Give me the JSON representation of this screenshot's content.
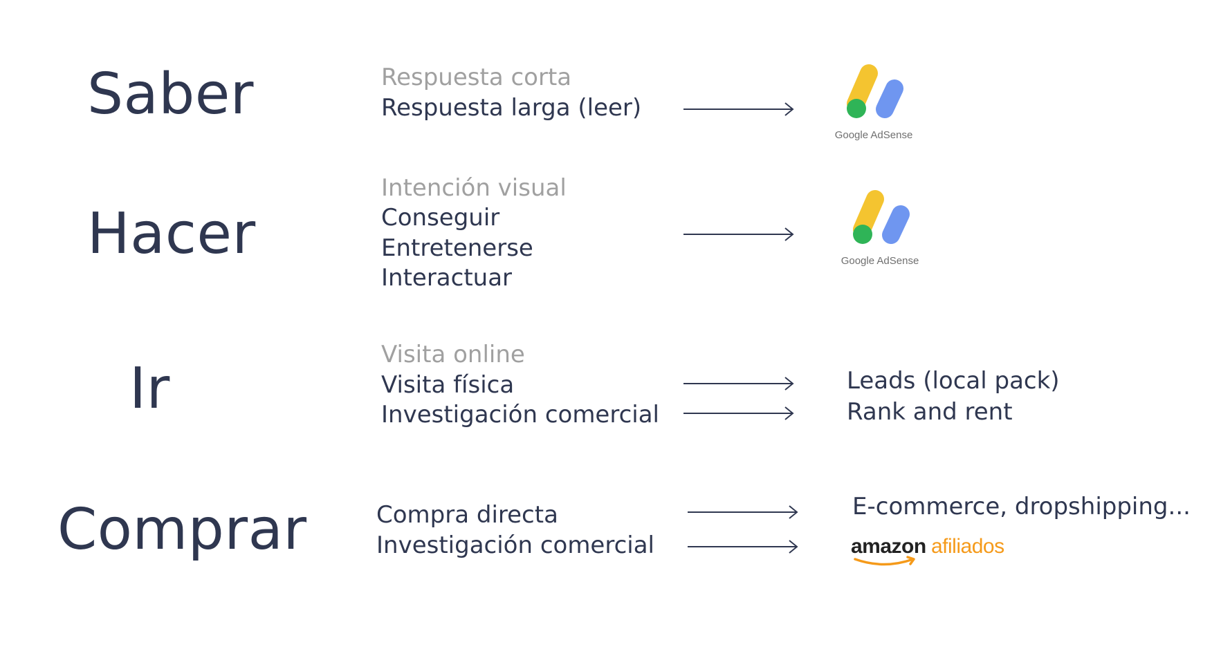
{
  "rows": [
    {
      "intent": "Saber",
      "sub_muted": "Respuesta corta",
      "items": [
        "Respuesta larga (leer)"
      ],
      "target_logo": "Google AdSense"
    },
    {
      "intent": "Hacer",
      "sub_muted": "Intención visual",
      "items": [
        "Conseguir",
        "Entretenerse",
        "Interactuar"
      ],
      "target_logo": "Google AdSense"
    },
    {
      "intent": "Ir",
      "sub_muted": "Visita online",
      "items": [
        "Visita física",
        "Investigación comercial"
      ],
      "targets": [
        "Leads (local pack)",
        "Rank and rent"
      ]
    },
    {
      "intent": "Comprar",
      "items": [
        "Compra directa",
        "Investigación comercial"
      ],
      "targets": [
        "E-commerce, dropshipping..."
      ],
      "amazon_logo": {
        "part1": "amazon",
        "part2": "afiliados"
      }
    }
  ],
  "colors": {
    "text": "#2f3750",
    "muted": "#a0a0a0",
    "adsense_yellow": "#f4c430",
    "adsense_blue": "#6f96f0",
    "adsense_green": "#2fb457",
    "amazon_orange": "#f59a1a"
  },
  "icons": [
    "arrow-right-icon",
    "google-adsense-logo",
    "amazon-afiliados-logo"
  ]
}
